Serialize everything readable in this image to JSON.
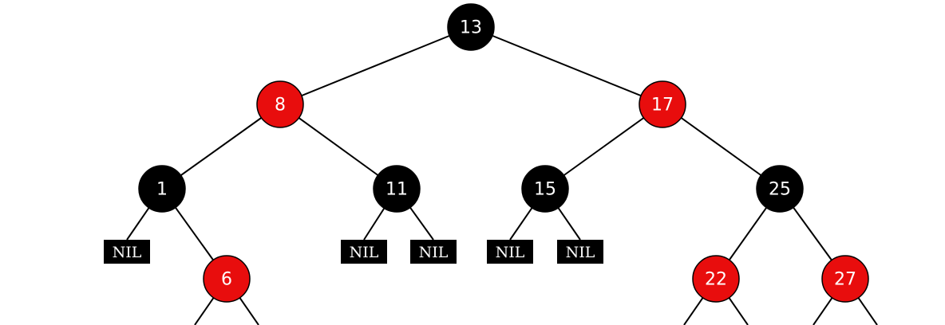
{
  "colors": {
    "black_node": "#000000",
    "red_node": "#e80d0d",
    "nil_leaf": "#000000",
    "edge": "#000000",
    "label": "#ffffff",
    "background": "#ffffff"
  },
  "tree": {
    "nodes": [
      {
        "id": "n13",
        "label": "13",
        "color": "black"
      },
      {
        "id": "n8",
        "label": "8",
        "color": "red"
      },
      {
        "id": "n17",
        "label": "17",
        "color": "red"
      },
      {
        "id": "n1",
        "label": "1",
        "color": "black"
      },
      {
        "id": "n11",
        "label": "11",
        "color": "black"
      },
      {
        "id": "n15",
        "label": "15",
        "color": "black"
      },
      {
        "id": "n25",
        "label": "25",
        "color": "black"
      },
      {
        "id": "n6",
        "label": "6",
        "color": "red"
      },
      {
        "id": "n22",
        "label": "22",
        "color": "red"
      },
      {
        "id": "n27",
        "label": "27",
        "color": "red"
      }
    ],
    "nil_leaves": [
      {
        "id": "nil1",
        "label": "NIL"
      },
      {
        "id": "nil2",
        "label": "NIL"
      },
      {
        "id": "nil3",
        "label": "NIL"
      },
      {
        "id": "nil4",
        "label": "NIL"
      },
      {
        "id": "nil5",
        "label": "NIL"
      }
    ],
    "edges": [
      [
        "n13",
        "n8"
      ],
      [
        "n13",
        "n17"
      ],
      [
        "n8",
        "n1"
      ],
      [
        "n8",
        "n11"
      ],
      [
        "n17",
        "n15"
      ],
      [
        "n17",
        "n25"
      ],
      [
        "n1",
        "nil1"
      ],
      [
        "n1",
        "n6"
      ],
      [
        "n11",
        "nil2"
      ],
      [
        "n11",
        "nil3"
      ],
      [
        "n15",
        "nil4"
      ],
      [
        "n15",
        "nil5"
      ],
      [
        "n25",
        "n22"
      ],
      [
        "n25",
        "n27"
      ],
      [
        "n6",
        "cut6a"
      ],
      [
        "n6",
        "cut6b"
      ],
      [
        "n22",
        "cut22a"
      ],
      [
        "n22",
        "cut22b"
      ],
      [
        "n27",
        "cut27a"
      ],
      [
        "n27",
        "cut27b"
      ]
    ]
  }
}
